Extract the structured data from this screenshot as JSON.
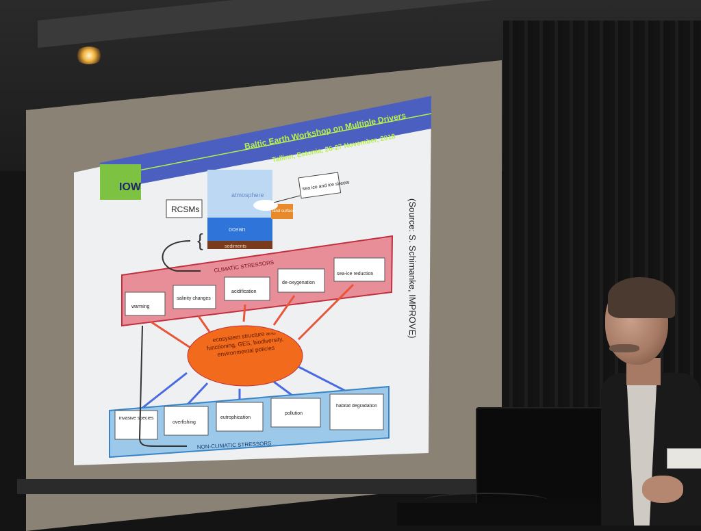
{
  "slide": {
    "header_title": "Baltic Earth Workshop on Multiple Drivers",
    "header_subtitle": "Tallinn, Estonia, 26-27 November, 2018",
    "logo_text": "IOW",
    "rcsm_label": "RCSMs",
    "compartments": {
      "atmosphere": "atmosphere",
      "ocean": "ocean",
      "sediments": "sediments",
      "land_surface": "land surface",
      "sea_ice": "sea ice and ice sheets"
    },
    "climatic_label": "CLIMATIC STRESSORS",
    "climatic": [
      "warming",
      "salinity changes",
      "acidification",
      "de-oxygenation",
      "sea-ice reduction"
    ],
    "center": "ecosystem structure and functioning, GES, biodiversity, environmental policies",
    "nonclimatic_label": "NON-CLIMATIC STRESSORS",
    "nonclimatic": [
      "invasive species",
      "overfishing",
      "eutrophication",
      "pollution",
      "habitat degradation"
    ],
    "source": "(Source: S. Schimanke, IMPROVE)"
  },
  "colors": {
    "header_blue": "#4b5fc0",
    "header_text": "#b8f04a",
    "logo_green": "#7ec242",
    "climatic_fill": "#e88e98",
    "climatic_border": "#c0303f",
    "nonclimatic_fill": "#9cc9ea",
    "nonclimatic_border": "#3a84c6",
    "red_arrow": "#e8553a",
    "blue_arrow": "#4a6ae0",
    "ellipse_fill": "#f26a1c"
  }
}
